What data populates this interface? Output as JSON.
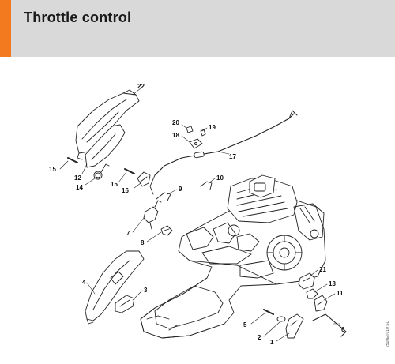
{
  "header": {
    "title": "Throttle control",
    "accent_color": "#f37a1f",
    "background_color": "#d9d9d9"
  },
  "parts": [
    {
      "id": "p1",
      "number": "1",
      "label": "1"
    },
    {
      "id": "p2",
      "number": "2",
      "label": "2"
    },
    {
      "id": "p3",
      "number": "3",
      "label": "3"
    },
    {
      "id": "p4",
      "number": "4",
      "label": "4"
    },
    {
      "id": "p5",
      "number": "5",
      "label": "5"
    },
    {
      "id": "p6",
      "number": "6",
      "label": "6"
    },
    {
      "id": "p7",
      "number": "7",
      "label": "7"
    },
    {
      "id": "p8",
      "number": "8",
      "label": "8"
    },
    {
      "id": "p9",
      "number": "9",
      "label": "9"
    },
    {
      "id": "p10",
      "number": "10",
      "label": "10"
    },
    {
      "id": "p11",
      "number": "11",
      "label": "11"
    },
    {
      "id": "p12",
      "number": "12",
      "label": "12"
    },
    {
      "id": "p13",
      "number": "13",
      "label": "13"
    },
    {
      "id": "p14",
      "number": "14",
      "label": "14"
    },
    {
      "id": "p15a",
      "number": "15",
      "label": "15"
    },
    {
      "id": "p15b",
      "number": "15",
      "label": "15"
    },
    {
      "id": "p16",
      "number": "16",
      "label": "16"
    },
    {
      "id": "p17",
      "number": "17",
      "label": "17"
    },
    {
      "id": "p18",
      "number": "18",
      "label": "18"
    },
    {
      "id": "p19",
      "number": "19",
      "label": "19"
    },
    {
      "id": "p20",
      "number": "20",
      "label": "20"
    },
    {
      "id": "p21",
      "number": "21",
      "label": "21"
    },
    {
      "id": "p22",
      "number": "22",
      "label": "22"
    }
  ],
  "drawing_code": "2510ET010 SC"
}
